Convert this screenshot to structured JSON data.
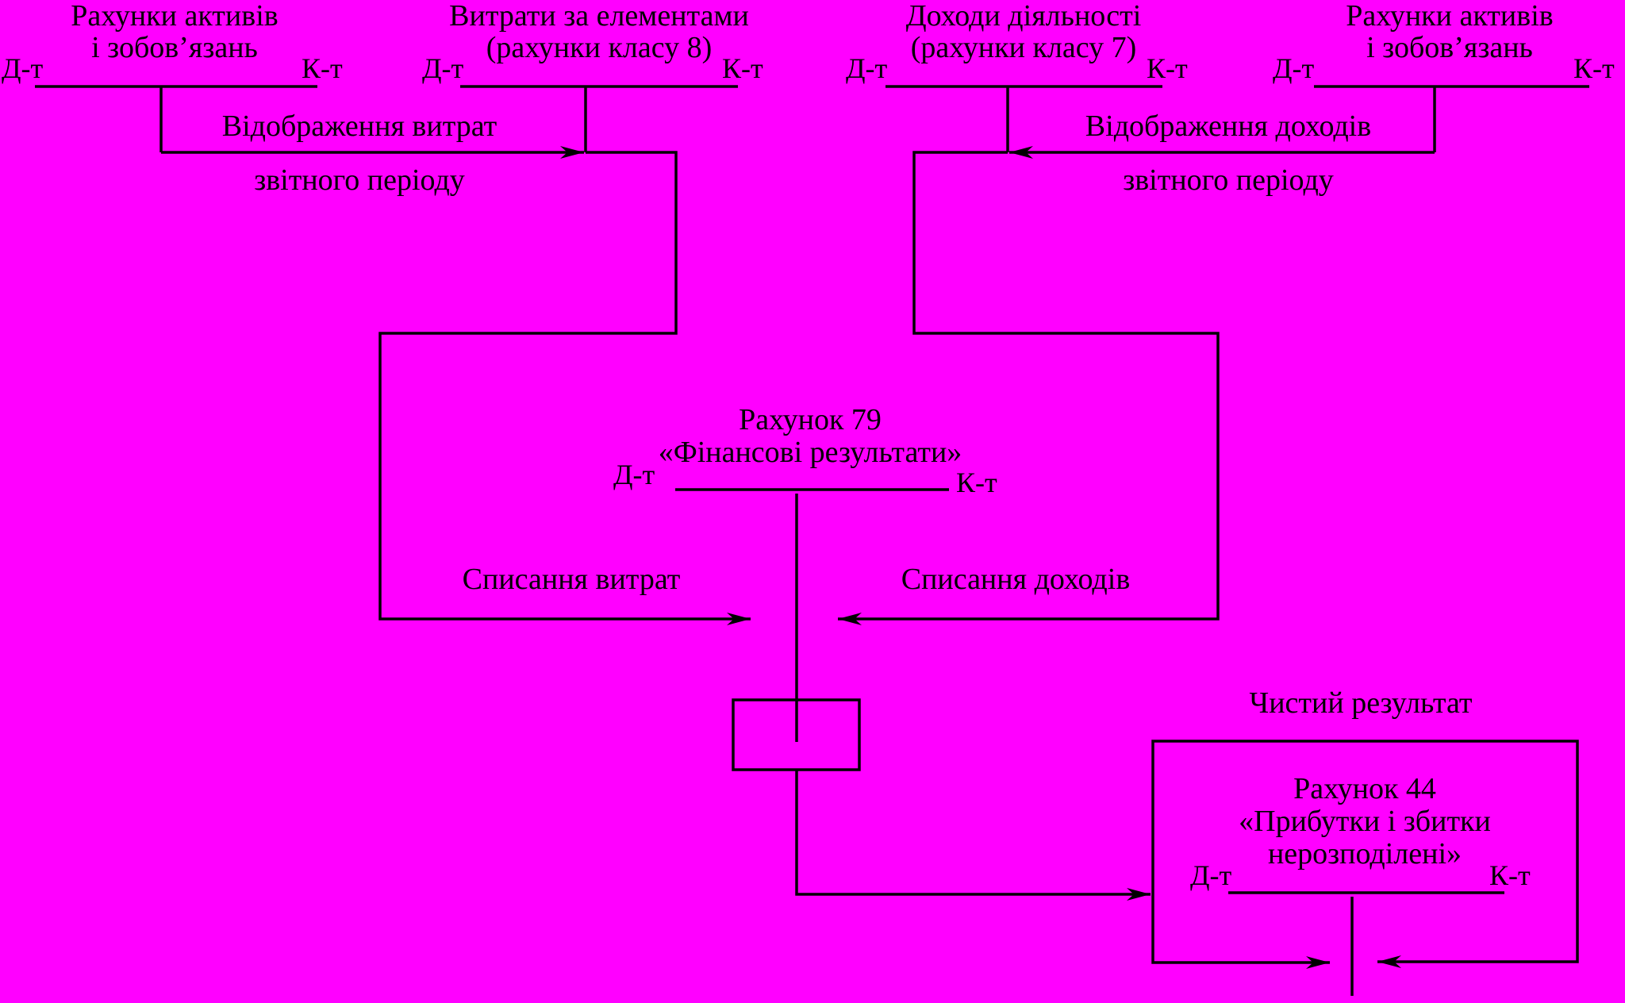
{
  "colors": {
    "background": "#ff00ff",
    "ink": "#000000"
  },
  "accounts": {
    "assets_left": {
      "line1": "Рахунки активів",
      "line2": "і зобов’язань",
      "debit": "Д-т",
      "credit": "К-т"
    },
    "expenses": {
      "line1": "Витрати за елементами",
      "line2": "(рахунки класу 8)",
      "debit": "Д-т",
      "credit": "К-т"
    },
    "income": {
      "line1": "Доходи діяльності",
      "line2": "(рахунки класу 7)",
      "debit": "Д-т",
      "credit": "К-т"
    },
    "assets_right": {
      "line1": "Рахунки активів",
      "line2": "і зобов’язань",
      "debit": "Д-т",
      "credit": "К-т"
    },
    "account_79": {
      "line1": "Рахунок 79",
      "line2": "«Фінансові результати»",
      "debit": "Д-т",
      "credit": "К-т"
    },
    "account_44": {
      "line1": "Рахунок 44",
      "line2": "«Прибутки і збитки",
      "line3": "нерозподілені»",
      "debit": "Д-т",
      "credit": "К-т"
    }
  },
  "flows": {
    "expense_reflection": {
      "line1": "Відображення витрат",
      "line2": "звітного періоду"
    },
    "income_reflection": {
      "line1": "Відображення доходів",
      "line2": "звітного періоду"
    },
    "expense_writeoff": "Списання витрат",
    "income_writeoff": "Списання доходів",
    "net_result": "Чистий результат"
  }
}
